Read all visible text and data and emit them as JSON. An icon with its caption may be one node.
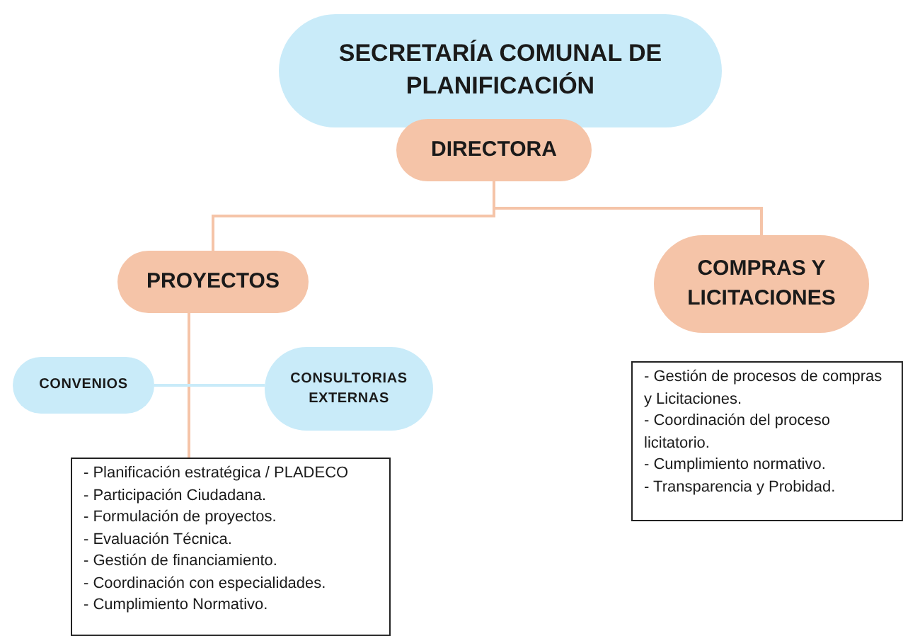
{
  "diagram": {
    "nodes": [
      {
        "text": [
          "SECRETARÍA COMUNAL DE PLANIFICACIÓN"
        ]
      },
      {
        "text": [
          "DIRECTORA"
        ]
      },
      {
        "text": [
          "PROYECTOS"
        ]
      },
      {
        "text": [
          "COMPRAS Y LICITACIONES"
        ]
      },
      {
        "text": [
          "CONVENIOS"
        ]
      },
      {
        "text": [
          "CONSULTORIAS EXTERNAS"
        ]
      },
      {
        "text": [
          "- Planificación estratégica / PLADECO",
          "- Participación Ciudadana.",
          "- Formulación de proyectos.",
          "- Evaluación Técnica.",
          "- Gestión de financiamiento.",
          "- Coordinación con especialidades.",
          "- Cumplimiento Normativo."
        ]
      },
      {
        "text": [
          "- Gestión de procesos de compras y Licitaciones.",
          "- Coordinación del proceso licitatorio.",
          "- Cumplimiento normativo.",
          "- Transparencia y Probidad."
        ]
      }
    ],
    "edges": [
      {
        "from": 1,
        "to": 2,
        "arrow": "none"
      },
      {
        "from": 1,
        "to": 3,
        "arrow": "none"
      },
      {
        "from": 2,
        "to": 6,
        "arrow": "none"
      },
      {
        "from": 4,
        "to": 5,
        "arrow": "none",
        "color": "#c9ebf9"
      }
    ]
  }
}
